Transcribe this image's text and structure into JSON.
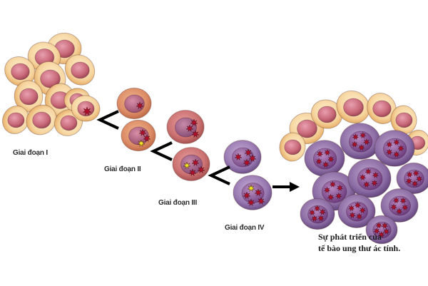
{
  "stages": [
    {
      "label": "Giai đoạn I"
    },
    {
      "label": "Giai đoạn II"
    },
    {
      "label": "Giai đoạn III"
    },
    {
      "label": "Giai đoạn IV"
    }
  ],
  "caption": {
    "line1": "Sự phát triển của",
    "line2": "tế bào ung thư ác tính."
  },
  "colors": {
    "normal_cell": "#f4c98c",
    "normal_nucleus": "#c86070",
    "stage2_cell": "#d98a6a",
    "stage3_cell": "#c87070",
    "stage4_cell": "#9070a8",
    "malignant_cell": "#8a6aa0",
    "mutation_star": "#b0102a",
    "mutation_star_yellow": "#e8e020",
    "arrow": "#000000"
  }
}
